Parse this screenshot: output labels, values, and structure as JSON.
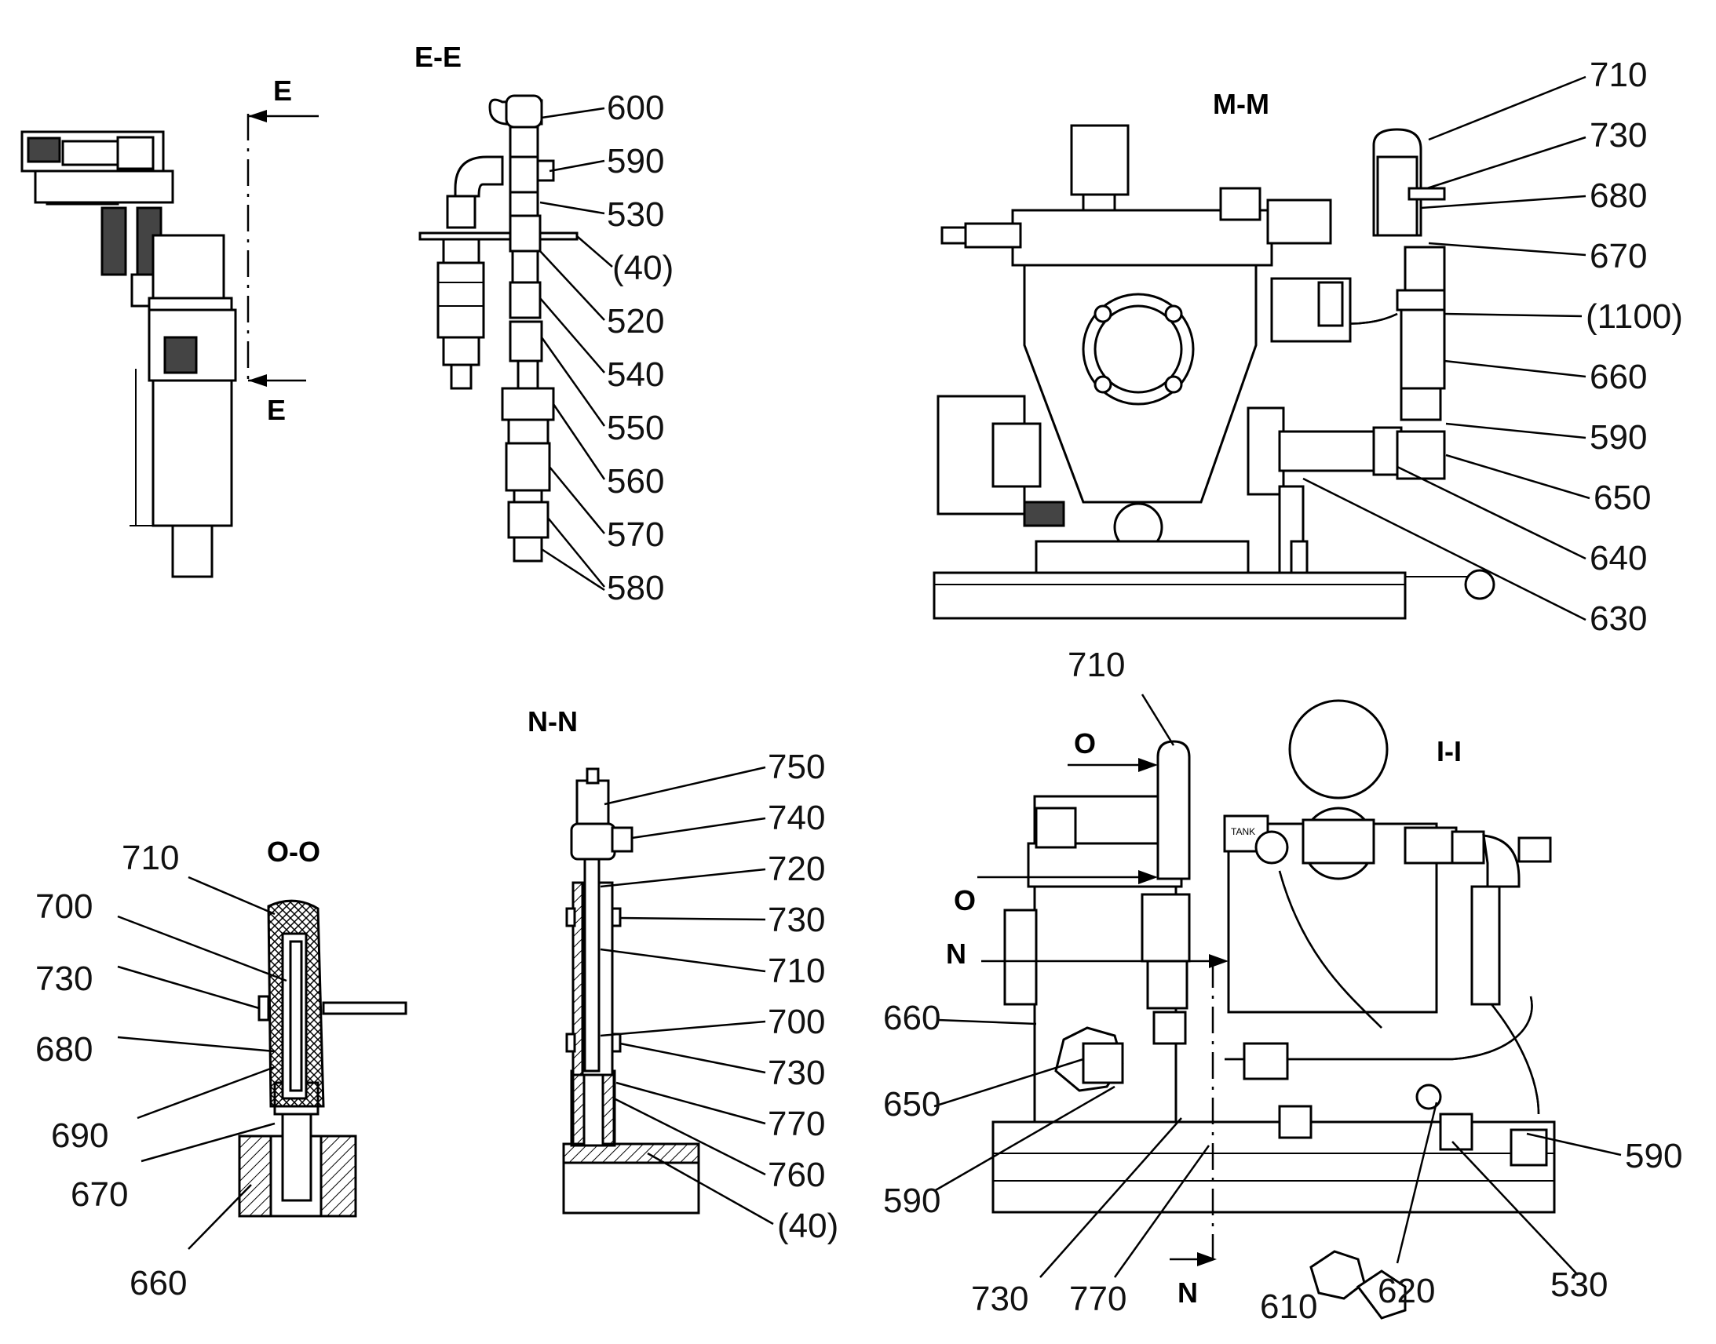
{
  "sections": {
    "ee": "E-E",
    "mm": "M-M",
    "nn": "N-N",
    "oo": "O-O",
    "ii": "I-I",
    "e_top": "E",
    "e_bottom": "E",
    "o_top": "O",
    "o_side": "O",
    "n_side": "N",
    "n_bottom": "N"
  },
  "callouts": {
    "ee": [
      "600",
      "590",
      "530",
      "(40)",
      "520",
      "540",
      "550",
      "560",
      "570",
      "580"
    ],
    "mm": [
      "710",
      "730",
      "680",
      "670",
      "(1100)",
      "660",
      "590",
      "650",
      "640",
      "630"
    ],
    "oo": [
      "710",
      "700",
      "730",
      "680",
      "690",
      "670",
      "660"
    ],
    "nn": [
      "750",
      "740",
      "720",
      "730",
      "710",
      "700",
      "730",
      "770",
      "760",
      "(40)"
    ],
    "ii": [
      "710",
      "660",
      "650",
      "590",
      "730",
      "770",
      "610",
      "620",
      "530",
      "590"
    ]
  },
  "markings": {
    "tank_label": "TANK"
  }
}
